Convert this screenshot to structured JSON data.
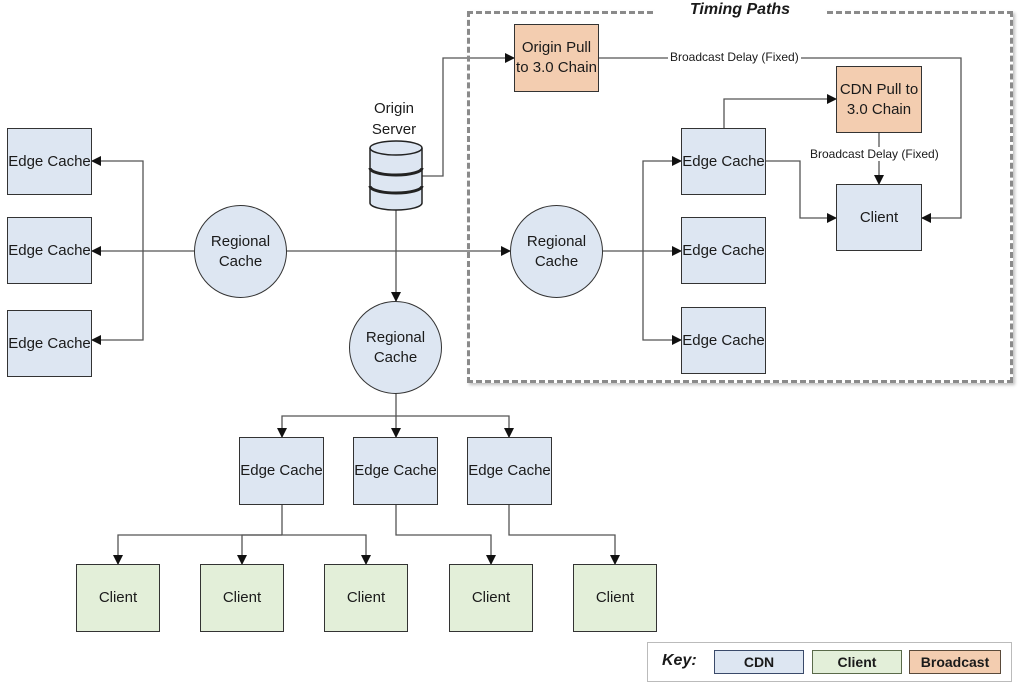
{
  "timing_paths": {
    "title": "Timing Paths",
    "origin_pull": "Origin Pull to 3.0 Chain",
    "cdn_pull": "CDN Pull to 3.0 Chain",
    "delay_label_top": "Broadcast Delay (Fixed)",
    "delay_label_mid": "Broadcast Delay (Fixed)",
    "edge_caches": [
      "Edge Cache",
      "Edge Cache",
      "Edge Cache"
    ],
    "regional_cache": "Regional Cache",
    "client": "Client"
  },
  "origin": {
    "label": "Origin Server",
    "icon": "database-icon"
  },
  "left_branch": {
    "regional_cache": "Regional Cache",
    "edge_caches": [
      "Edge Cache",
      "Edge Cache",
      "Edge Cache"
    ]
  },
  "bottom_branch": {
    "regional_cache": "Regional Cache",
    "edge_caches": [
      "Edge Cache",
      "Edge Cache",
      "Edge Cache"
    ],
    "clients": [
      "Client",
      "Client",
      "Client",
      "Client",
      "Client"
    ]
  },
  "key": {
    "title": "Key:",
    "items": [
      {
        "label": "CDN",
        "color": "#dde6f2"
      },
      {
        "label": "Client",
        "color": "#e3efd9"
      },
      {
        "label": "Broadcast",
        "color": "#f3cdb0"
      }
    ]
  },
  "colors": {
    "cdn": "#dde6f2",
    "client": "#e3efd9",
    "broadcast": "#f3cdb0",
    "border": "#333333",
    "dashed": "#8a8a8a"
  }
}
